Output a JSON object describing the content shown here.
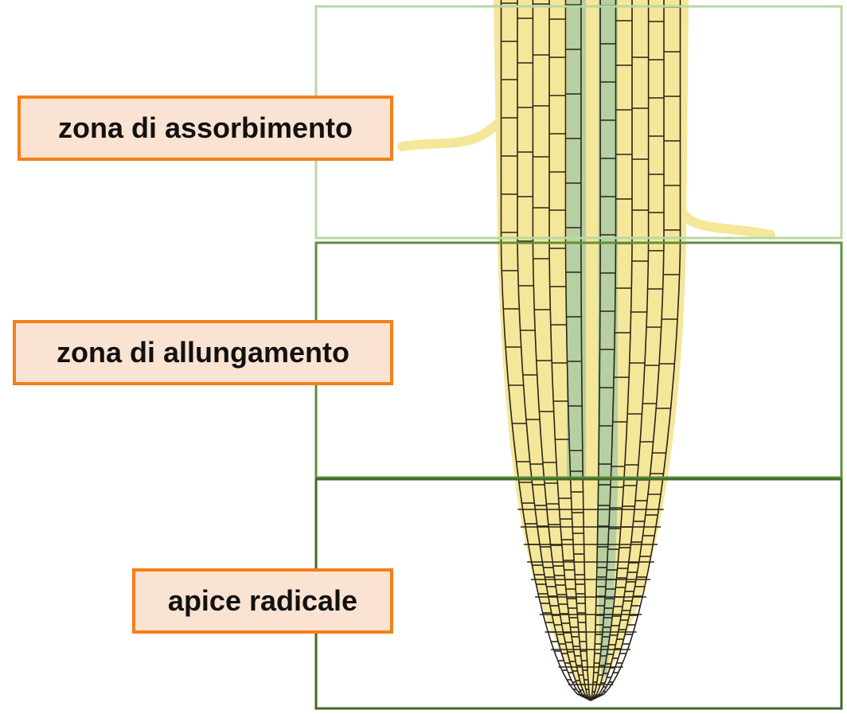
{
  "zones": [
    {
      "id": "absorption",
      "label": "zona di assorbimento",
      "border_color": "#b9d7a4"
    },
    {
      "id": "elongation",
      "label": "zona di allungamento",
      "border_color": "#5e8f3c"
    },
    {
      "id": "apex",
      "label": "apice radicale",
      "border_color": "#3f6b2a"
    }
  ],
  "colors": {
    "root_fill": "#f4e79a",
    "stele": "#b6cfa3",
    "cell_wall": "#2a2418",
    "label_fill": "#fbe3d3",
    "label_border": "#f57f17"
  }
}
